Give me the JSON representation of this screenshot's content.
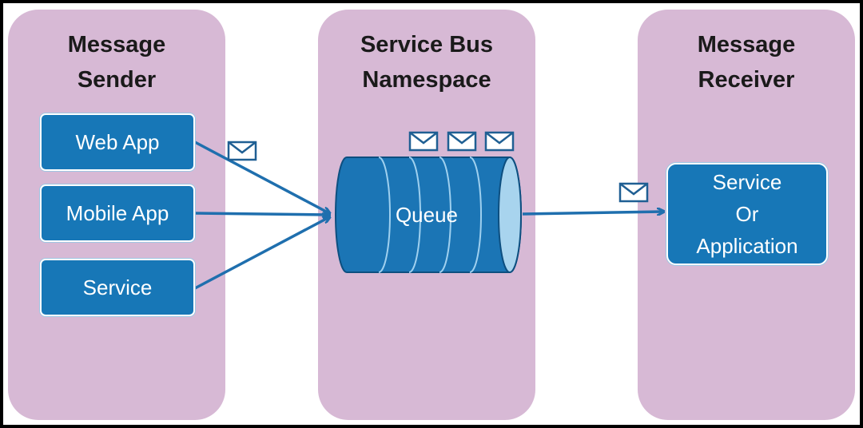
{
  "panels": {
    "sender": {
      "title_line1": "Message",
      "title_line2": "Sender"
    },
    "bus": {
      "title_line1": "Service Bus",
      "title_line2": "Namespace"
    },
    "receiver": {
      "title_line1": "Message",
      "title_line2": "Receiver"
    }
  },
  "sender_items": [
    "Web App",
    "Mobile App",
    "Service"
  ],
  "queue": {
    "label": "Queue"
  },
  "receiver_box": {
    "line1": "Service",
    "line2": "Or",
    "line3": "Application"
  },
  "colors": {
    "panel": "#d7b9d5",
    "box": "#1777b7",
    "arrow": "#1f6fae",
    "queue_body": "#1b75b5"
  },
  "icons": {
    "message": "envelope-icon"
  }
}
